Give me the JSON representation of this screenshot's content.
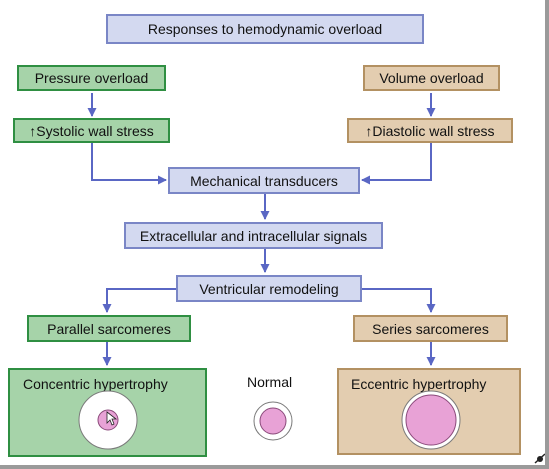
{
  "title": "Responses to hemodynamic overload",
  "left_branch": {
    "cause": "Pressure overload",
    "stress_arrow": "↑",
    "stress": "Systolic wall stress"
  },
  "right_branch": {
    "cause": "Volume overload",
    "stress_arrow": "↑",
    "stress": "Diastolic wall stress"
  },
  "mechanical_transducers": "Mechanical transducers",
  "signals": "Extracellular and intracellular signals",
  "remodeling": "Ventricular remodeling",
  "parallel": "Parallel sarcomeres",
  "series": "Series sarcomeres",
  "outcomes": {
    "concentric": "Concentric hypertrophy",
    "normal": "Normal",
    "eccentric": "Eccentric hypertrophy"
  },
  "colors": {
    "blue_fill": "#d3d9f0",
    "blue_border": "#7a86c6",
    "green_fill": "#a6d3a9",
    "green_border": "#2f8f42",
    "tan_fill": "#e3cdb0",
    "tan_border": "#b39162",
    "arrow": "#5a67c4",
    "chamber": "#e8a2d6"
  }
}
